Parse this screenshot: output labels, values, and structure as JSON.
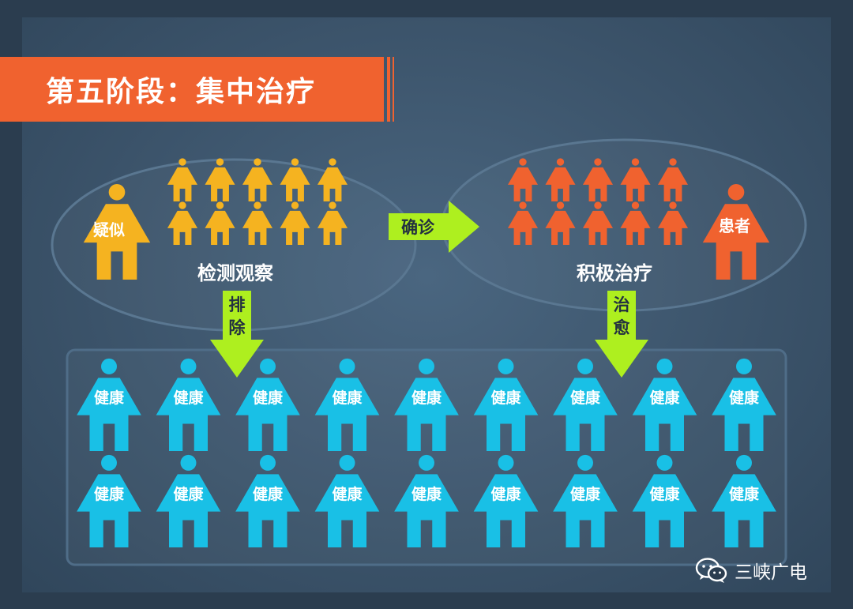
{
  "title": "第五阶段：集中治疗",
  "suspect": {
    "label": "疑似",
    "caption": "检测观察",
    "color": "#f5b320"
  },
  "patient": {
    "label": "患者",
    "caption": "积极治疗",
    "color": "#f0622f"
  },
  "healthy": {
    "label": "健康",
    "color": "#19c0e6"
  },
  "arrows": {
    "confirm": "确诊",
    "exclude": [
      "排",
      "除"
    ],
    "cure": [
      "治",
      "愈"
    ],
    "color": "#aeef1f"
  },
  "brand": {
    "name": "三峡广电",
    "icon": "wechat-icon"
  }
}
